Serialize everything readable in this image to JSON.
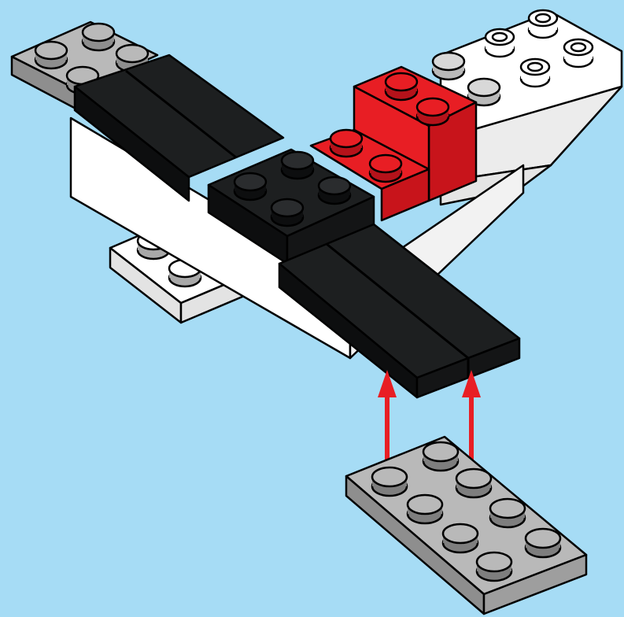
{
  "scene": {
    "description_type": "building-instruction-step",
    "background_color": "#a6dcf5",
    "colors": {
      "black_top": "#1d1f20",
      "black_side": "#0d0e0f",
      "gray_top": "#b9b9b9",
      "gray_side": "#8e8e8e",
      "white_top": "#ffffff",
      "white_side": "#e3e3e3",
      "red_top": "#e81e24",
      "red_side": "#b5121a",
      "arrow": "#e81e24",
      "outline": "#000000"
    },
    "parts": [
      "gray-plate-2x4-left-wing-tip",
      "black-plates-wing",
      "black-plate-2x2-center",
      "white-plate-2x3-tail",
      "red-bricks-cockpit",
      "white-slope-nose",
      "gray-plate-2x4-new"
    ],
    "arrows": 2
  }
}
